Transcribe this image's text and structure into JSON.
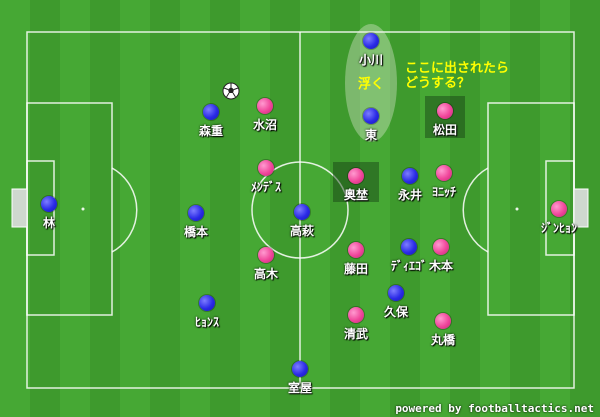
{
  "annotation": {
    "line1": "ここに出されたら",
    "line2": "どうする？",
    "float_label": "浮く"
  },
  "credit": "powered by footballtactics.net",
  "colors": {
    "team_a": "#2a2ae6",
    "team_b": "#f0459a",
    "annotation": "#ffff00"
  },
  "players": [
    {
      "id": "ogawa",
      "name": "小川",
      "team": "blue"
    },
    {
      "id": "higashi",
      "name": "東",
      "team": "blue"
    },
    {
      "id": "matsuda",
      "name": "松田",
      "team": "pink"
    },
    {
      "id": "morishige",
      "name": "森重",
      "team": "blue"
    },
    {
      "id": "mizunuma",
      "name": "水沼",
      "team": "pink"
    },
    {
      "id": "mendes",
      "name": "ﾒﾝﾃﾞｽ",
      "team": "pink"
    },
    {
      "id": "okutsuka",
      "name": "奥埜",
      "team": "pink"
    },
    {
      "id": "nagai",
      "name": "永井",
      "team": "blue"
    },
    {
      "id": "yonicchi",
      "name": "ﾖﾆｯﾁ",
      "team": "pink"
    },
    {
      "id": "hayashi",
      "name": "林",
      "team": "blue"
    },
    {
      "id": "hashimoto",
      "name": "橋本",
      "team": "blue"
    },
    {
      "id": "takahagi",
      "name": "高萩",
      "team": "blue"
    },
    {
      "id": "jinhyon",
      "name": "ｼﾞﾝﾋｮﾝ",
      "team": "pink"
    },
    {
      "id": "takagi",
      "name": "高木",
      "team": "pink"
    },
    {
      "id": "fujita",
      "name": "藤田",
      "team": "pink"
    },
    {
      "id": "diego",
      "name": "ﾃﾞｨｴｺﾞ",
      "team": "blue"
    },
    {
      "id": "kimoto",
      "name": "木本",
      "team": "pink"
    },
    {
      "id": "kubo",
      "name": "久保",
      "team": "blue"
    },
    {
      "id": "hyonsu",
      "name": "ﾋｮﾝｽ",
      "team": "blue"
    },
    {
      "id": "kiyotake",
      "name": "清武",
      "team": "pink"
    },
    {
      "id": "maruhashi",
      "name": "丸橋",
      "team": "pink"
    },
    {
      "id": "muroya",
      "name": "室屋",
      "team": "blue"
    }
  ]
}
